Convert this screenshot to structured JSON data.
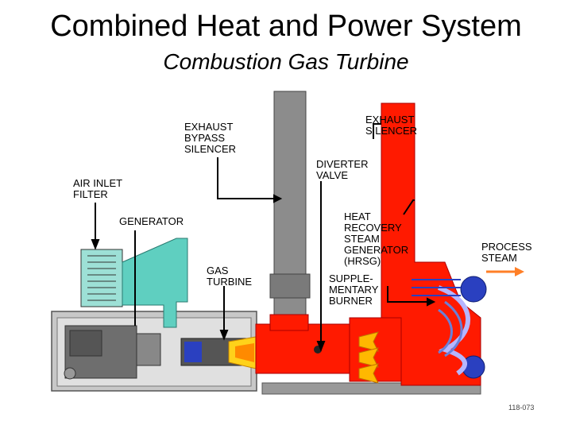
{
  "title": "Combined Heat and Power System",
  "subtitle": "Combustion Gas Turbine",
  "labels": {
    "exhaust_bypass_silencer": [
      "EXHAUST",
      "BYPASS",
      "SILENCER"
    ],
    "exhaust_silencer": [
      "EXHAUST",
      "SILENCER"
    ],
    "diverter_valve": [
      "DIVERTER",
      "VALVE"
    ],
    "air_inlet_filter": [
      "AIR INLET",
      "FILTER"
    ],
    "generator": [
      "GENERATOR"
    ],
    "hrsg": [
      "HEAT",
      "RECOVERY",
      "STEAM",
      "GENERATOR",
      "(HRSG)"
    ],
    "gas_turbine": [
      "GAS",
      "TURBINE"
    ],
    "supplementary_burner": [
      "SUPPLE-",
      "MENTARY",
      "BURNER"
    ],
    "process_steam": [
      "PROCESS",
      "STEAM"
    ]
  },
  "code": "118-073",
  "colors": {
    "stack_gray": "#8c8c8c",
    "hrsg_red": "#ff1a00",
    "duct_teal": "#5fcfc0",
    "generator_gray": "#6e6e6e",
    "steam_blue": "#2a40c0",
    "steam_arrow": "#ff7f27"
  }
}
